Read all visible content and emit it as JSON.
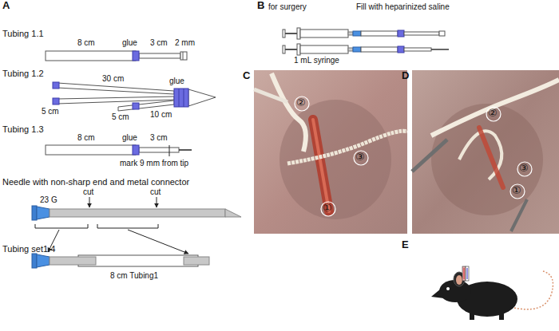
{
  "diagram": {
    "labels": [
      "A",
      "Tubing 1.1",
      "8 cm",
      "glue",
      "3 cm",
      "2 mm",
      "Tubing 1.2",
      "30 cm",
      "glue",
      "5 cm",
      "5 cm",
      "10 cm",
      "Tubing 1.3",
      "8 cm",
      "glue",
      "3 cm",
      "mark 9 mm from tip",
      "Needle with non-sharp end and metal connector",
      "23 G",
      "cut",
      "cut",
      "Tubing set1.4",
      "8 cm Tubing1",
      "B",
      "for surgery",
      "Fill with heparinized saline",
      "1 mL syringe",
      "C",
      "②",
      "③",
      "①",
      "D",
      "②",
      "③",
      "①",
      "E"
    ]
  }
}
